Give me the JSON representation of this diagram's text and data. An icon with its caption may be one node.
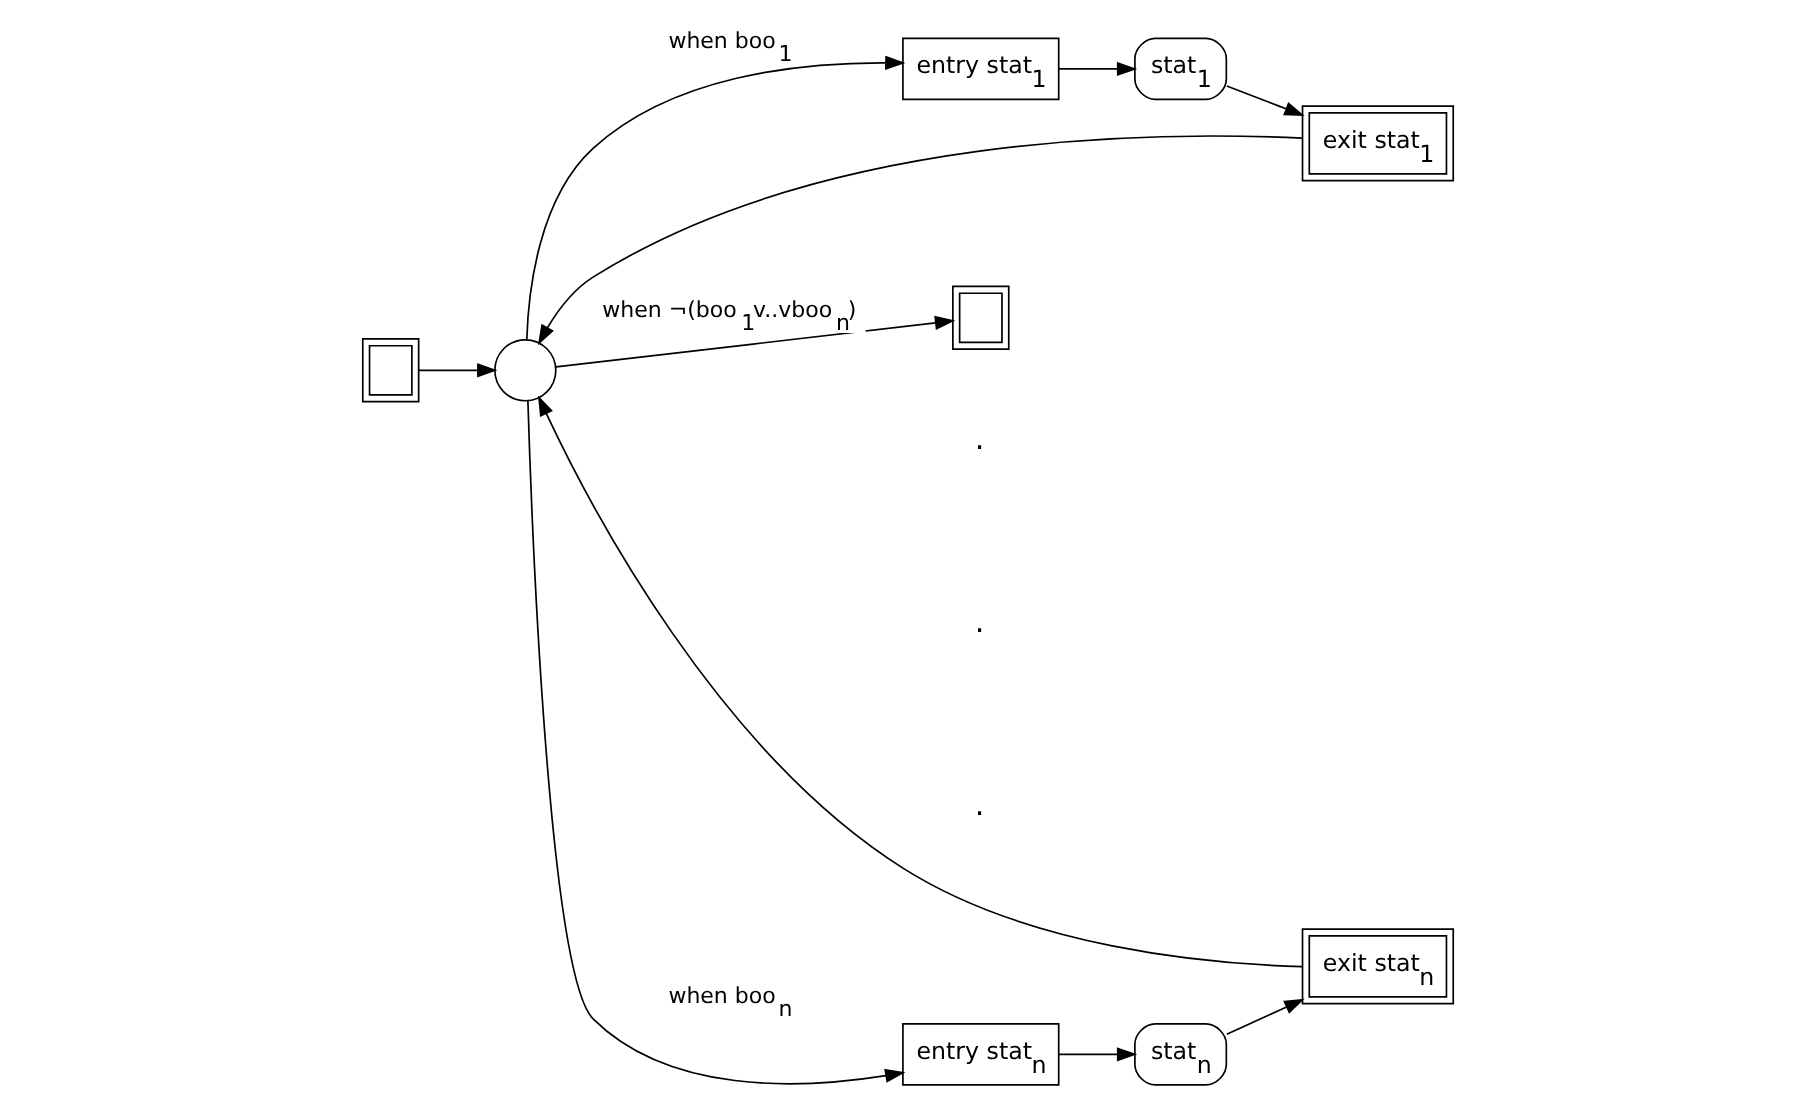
{
  "diagram": {
    "nodes": [
      {
        "text": [],
        "shape": "box"
      },
      {
        "text": [],
        "shape": "circle"
      },
      {
        "text": [
          "entry stat$_{1}$"
        ]
      },
      {
        "text": [
          "stat$_{1}$"
        ]
      },
      {
        "text": [
          "exit stat$_{1}$"
        ]
      },
      {
        "text": [
          "entry stat$_{n}$"
        ]
      },
      {
        "text": [
          "stat$_{n}$"
        ]
      },
      {
        "text": [
          "exit stat$_{n}$"
        ]
      },
      {
        "text": [],
        "shape": "box"
      }
    ],
    "edges": [
      {
        "from": 0,
        "to": 1,
        "arrow": "to"
      },
      {
        "from": 1,
        "to": 2,
        "arrow": "to",
        "label": "when boo$_{1}$"
      },
      {
        "from": 2,
        "to": 3,
        "arrow": "to"
      },
      {
        "from": 3,
        "to": 4,
        "arrow": "to"
      },
      {
        "from": 4,
        "to": 1,
        "arrow": "to"
      },
      {
        "from": 1,
        "to": 5,
        "arrow": "to",
        "label": "when boo$_{n}$"
      },
      {
        "from": 5,
        "to": 6,
        "arrow": "to"
      },
      {
        "from": 6,
        "to": 7,
        "arrow": "to"
      },
      {
        "from": 7,
        "to": 1,
        "arrow": "to"
      },
      {
        "from": 1,
        "to": 8,
        "arrow": "to",
        "label": "when ¬(boo$_{1}$v..vboo$_{n}$)"
      }
    ],
    "labels": [
      ".",
      ".",
      "."
    ]
  }
}
